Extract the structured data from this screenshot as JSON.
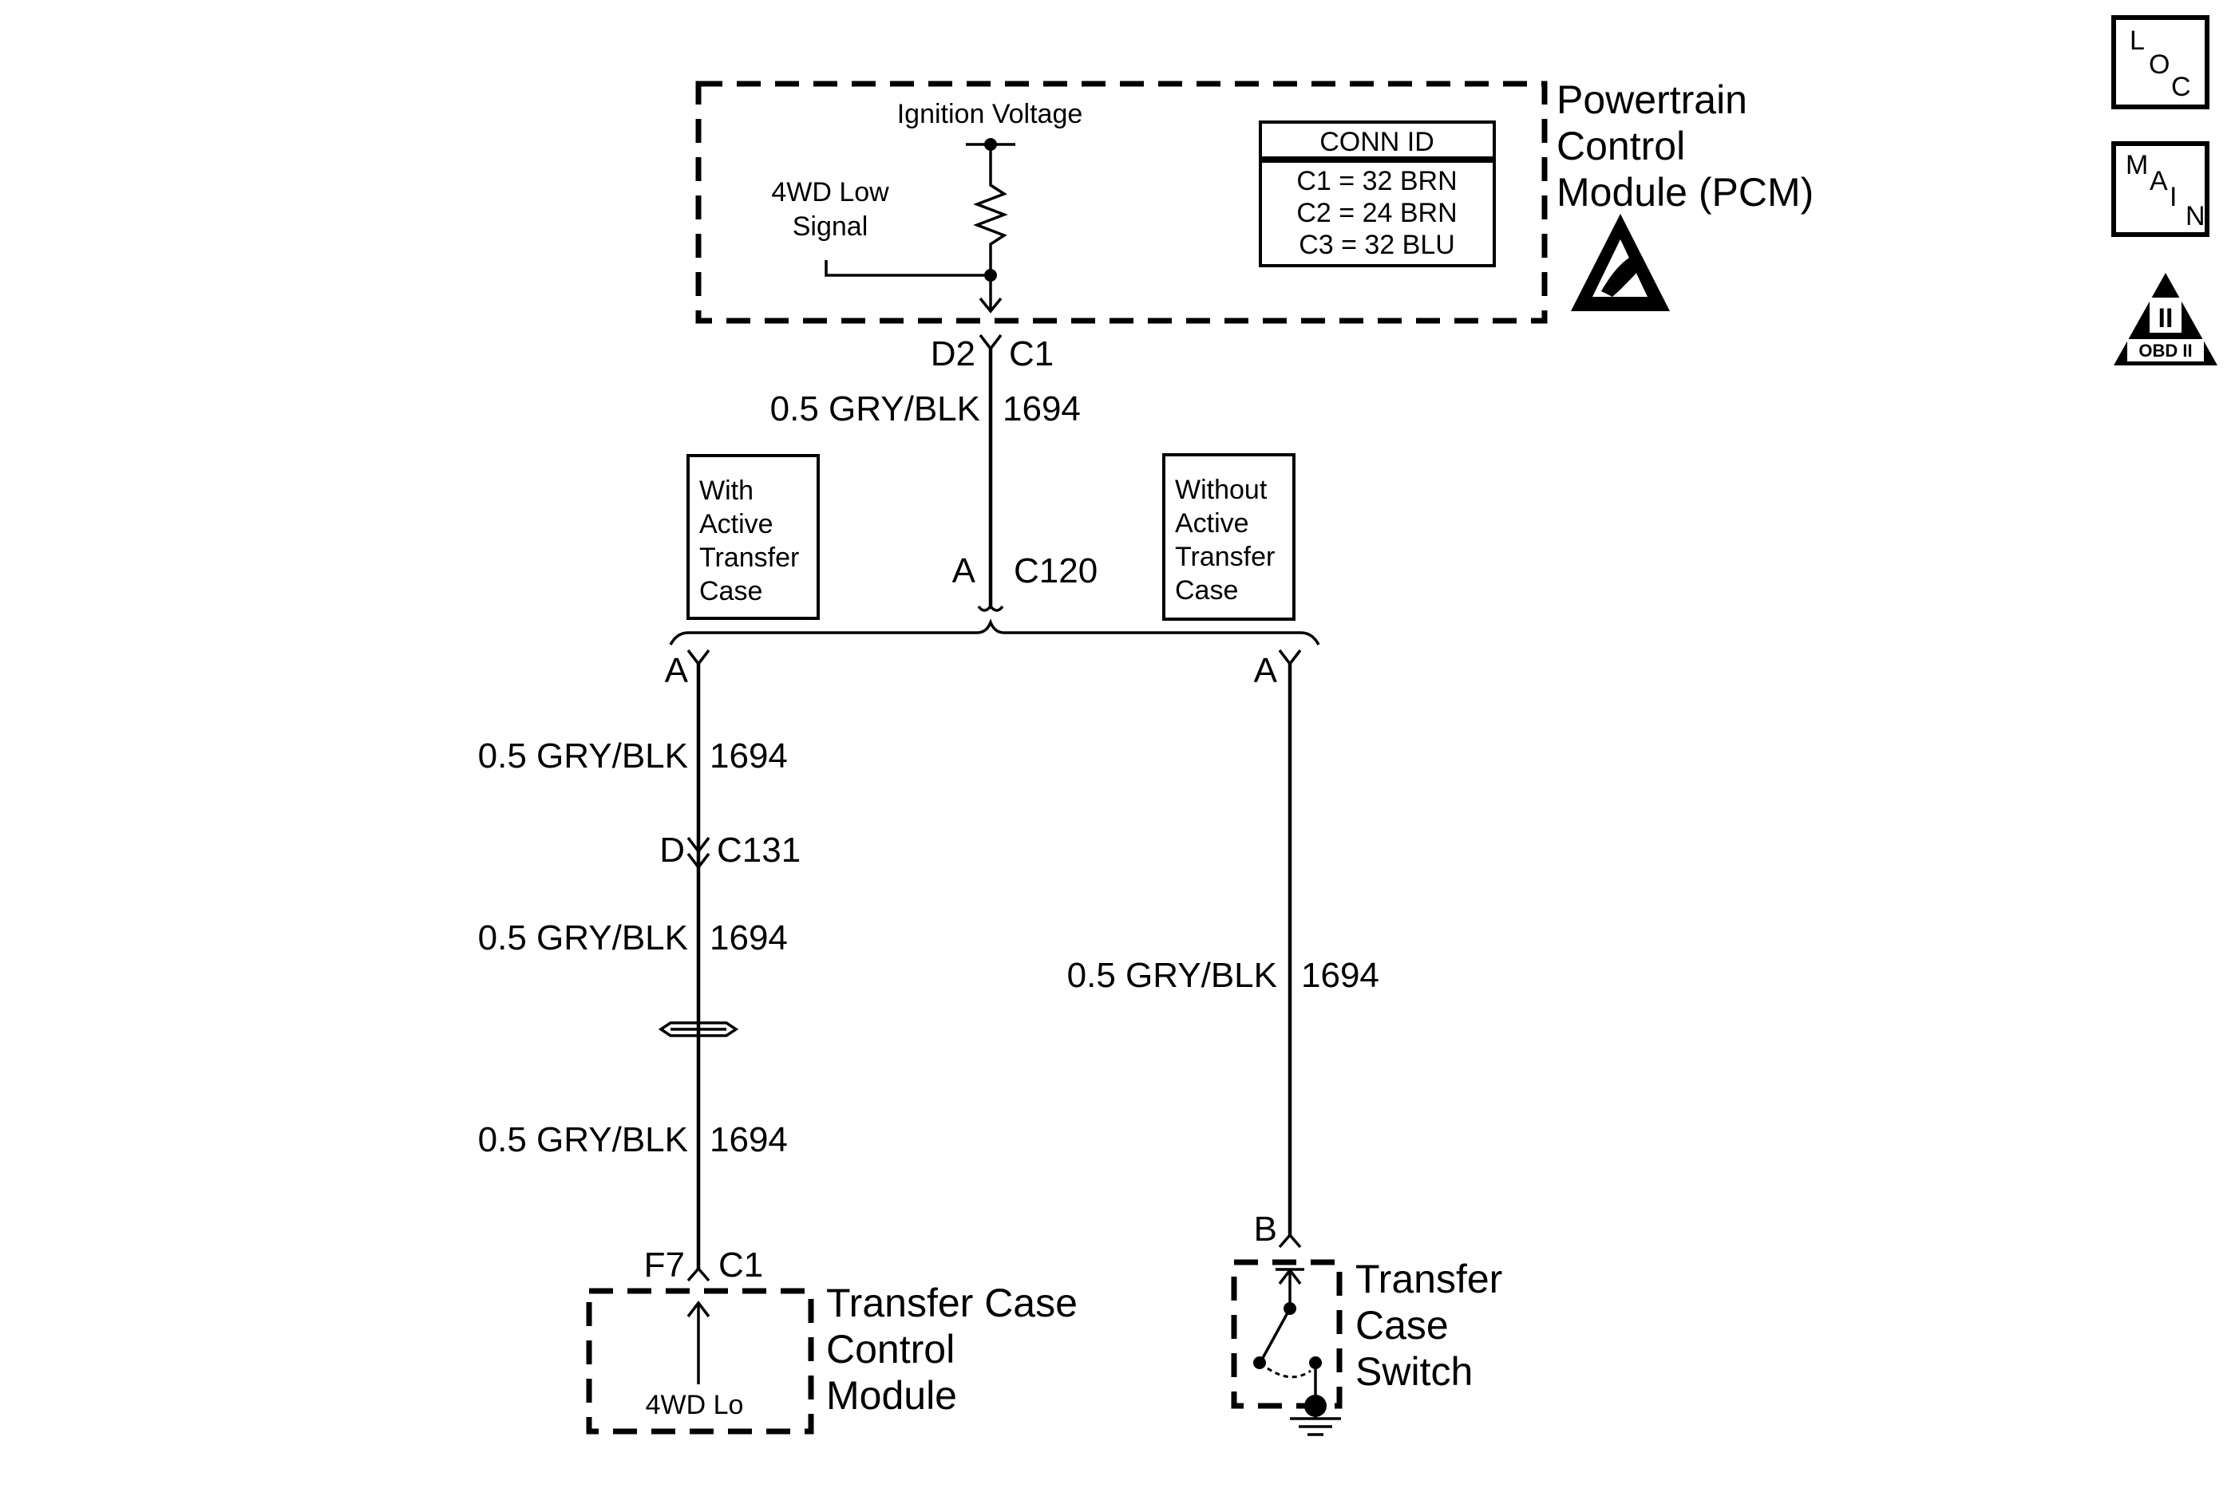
{
  "pcm": {
    "title_line1": "Powertrain",
    "title_line2": "Control",
    "title_line3": "Module (PCM)",
    "ignition_voltage": "Ignition Voltage",
    "signal_line1": "4WD Low",
    "signal_line2": "Signal",
    "conn_id": {
      "header": "CONN ID",
      "rows": [
        "C1 = 32 BRN",
        "C2 = 24 BRN",
        "C3 = 32 BLU"
      ]
    },
    "pin": "D2",
    "connector": "C1"
  },
  "wires": {
    "gauge_color": "0.5 GRY/BLK",
    "circuit": "1694"
  },
  "splice": {
    "pin": "A",
    "connector": "C120"
  },
  "options": {
    "with_line1": "With",
    "with_line2": "Active",
    "with_line3": "Transfer",
    "with_line4": "Case",
    "without_line1": "Without",
    "without_line2": "Active",
    "without_line3": "Transfer",
    "without_line4": "Case"
  },
  "left_branch": {
    "pin_a": "A",
    "c131_pin": "D",
    "c131": "C131"
  },
  "right_branch": {
    "pin_a": "A",
    "pin_b": "B"
  },
  "tccm": {
    "pin": "F7",
    "connector": "C1",
    "title_line1": "Transfer Case",
    "title_line2": "Control",
    "title_line3": "Module",
    "signal": "4WD Lo"
  },
  "switch": {
    "title_line1": "Transfer",
    "title_line2": "Case",
    "title_line3": "Switch"
  },
  "icons": {
    "loc_l": "L",
    "loc_o": "O",
    "loc_c": "C",
    "main_m": "M",
    "main_a": "A",
    "main_i": "I",
    "main_n": "N",
    "obd_numeral": "II",
    "obd_label": "OBD II"
  }
}
